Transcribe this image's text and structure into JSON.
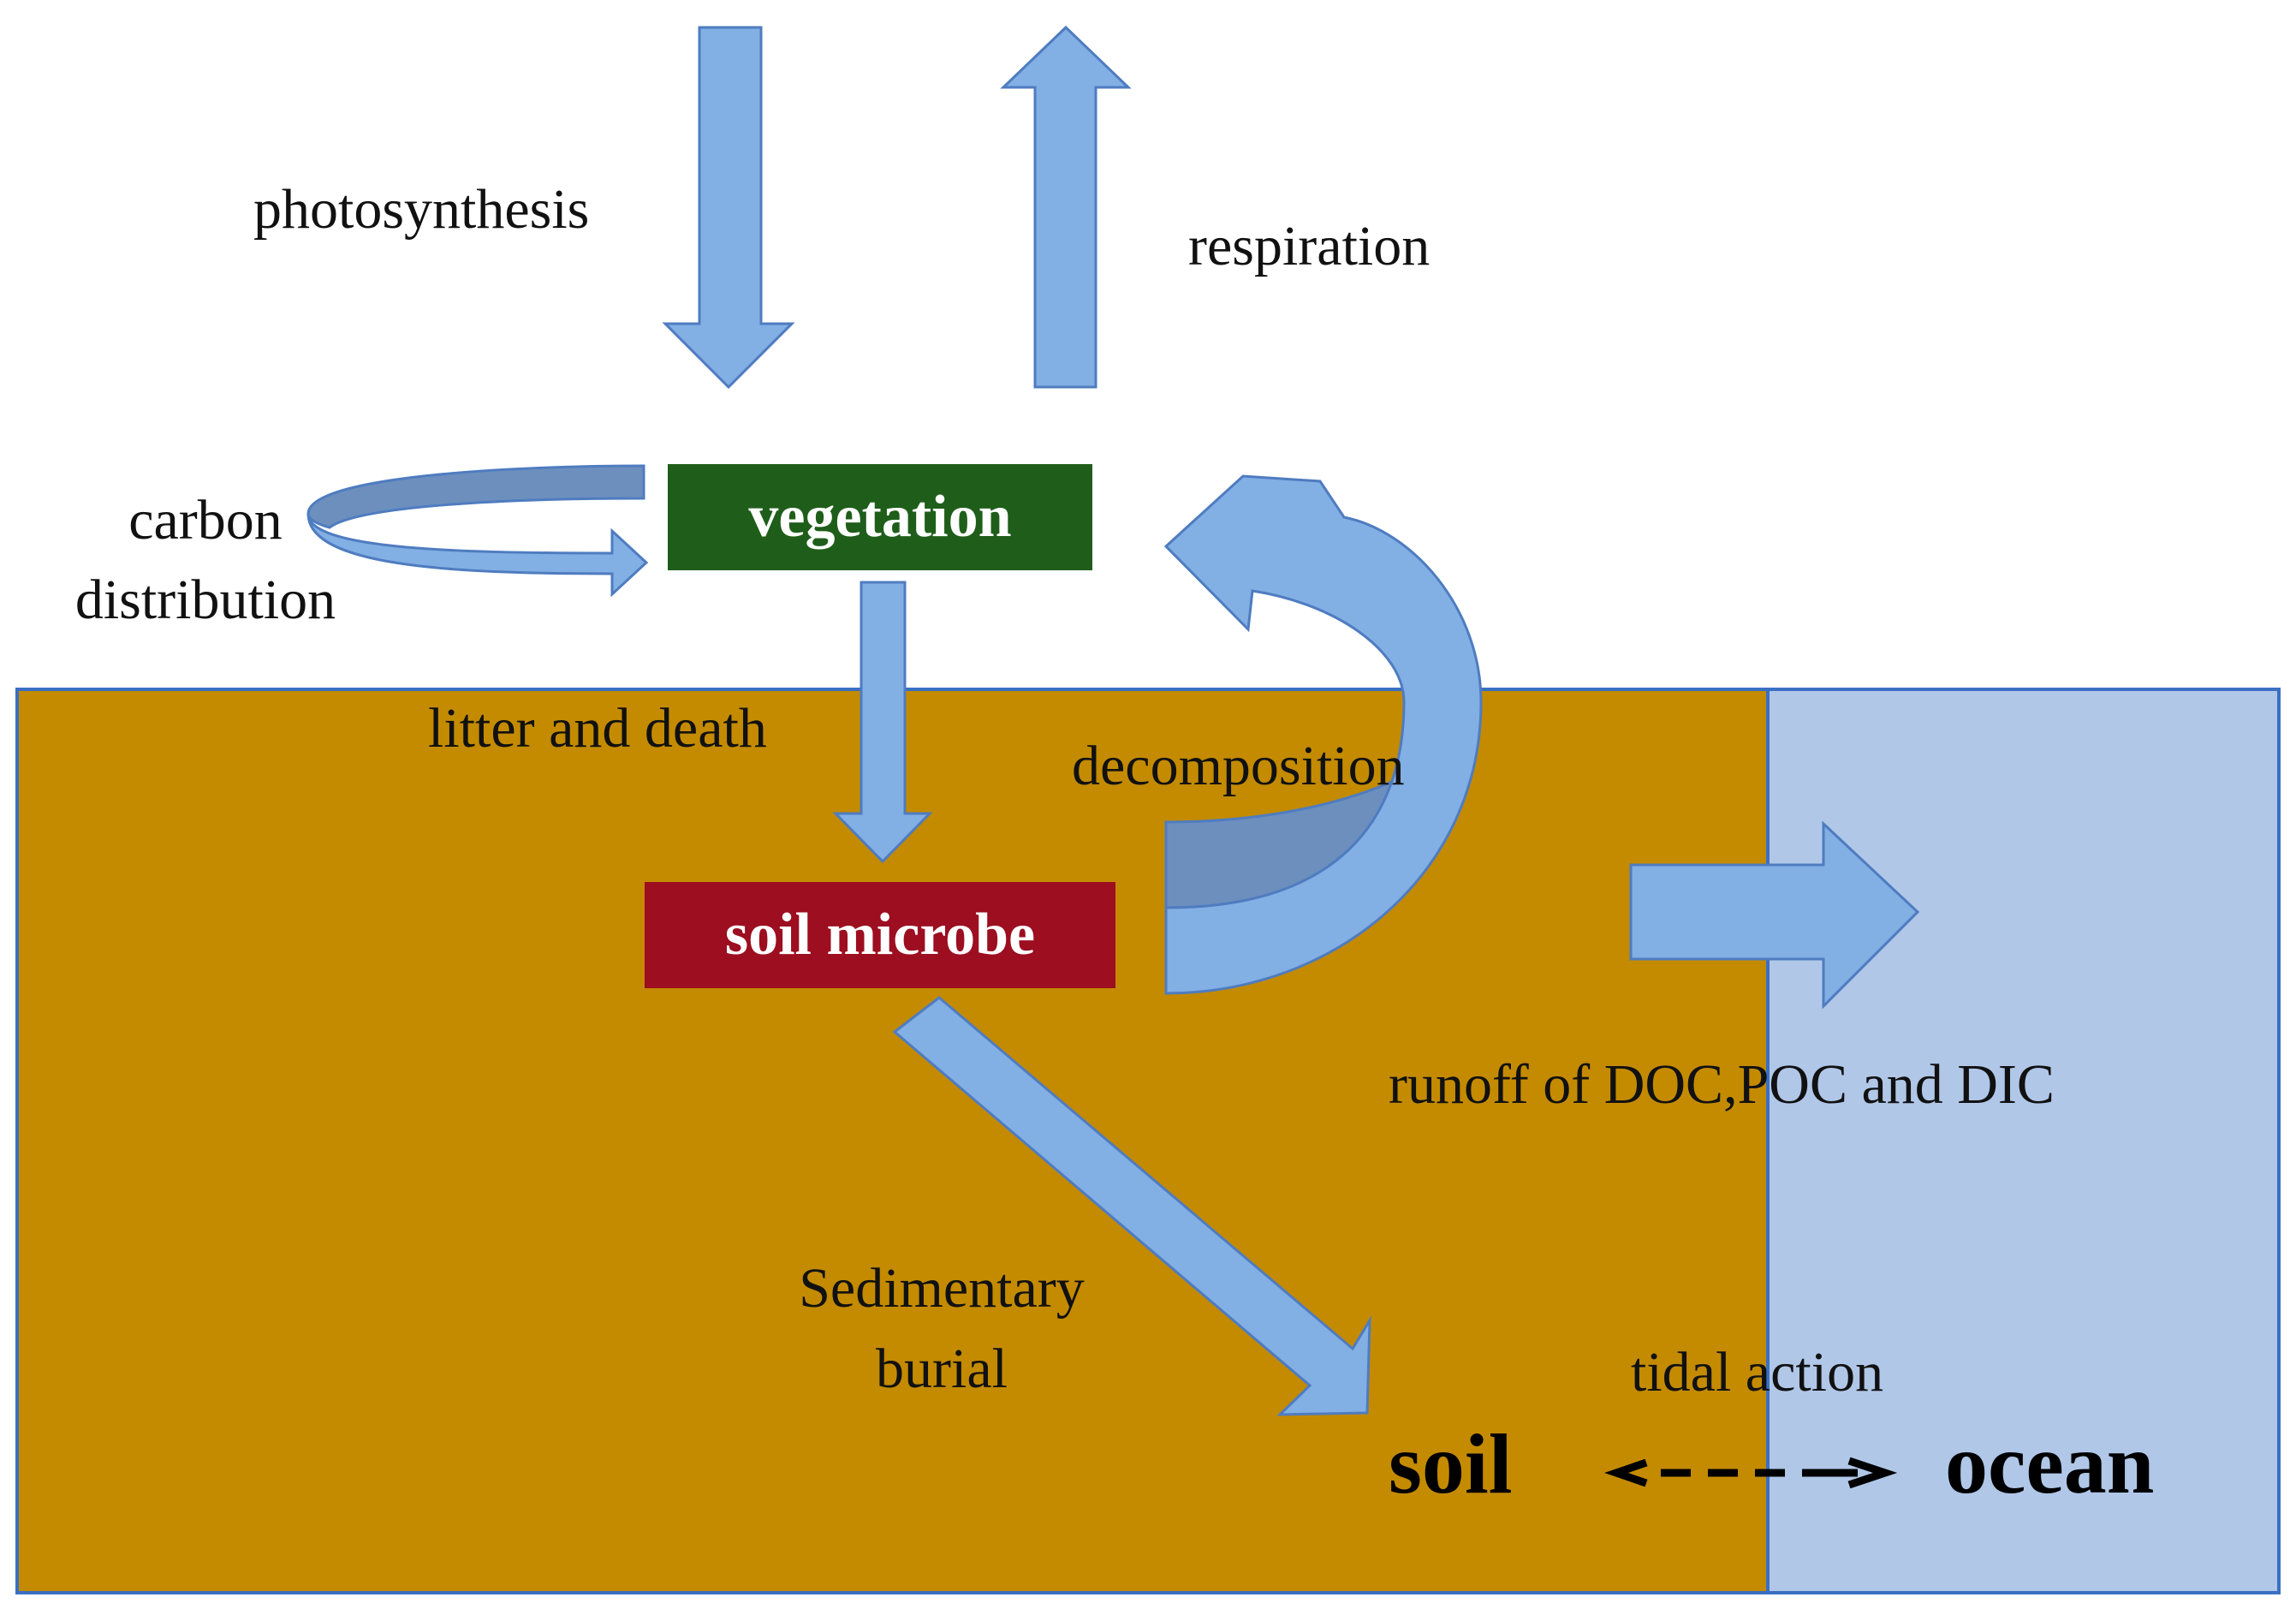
{
  "colors": {
    "soil": "#C48B00",
    "ocean": "#B0C7E8",
    "arrow": "#82AFE4",
    "arrow_dark": "#6C8FBE",
    "arrow_stroke": "#4F7CC0",
    "vegetation_box": "#1F5E1A",
    "microbe_box": "#9C0E20"
  },
  "labels": {
    "photosynthesis": "photosynthesis",
    "respiration": "respiration",
    "carbon_distribution": [
      "carbon",
      "distribution"
    ],
    "litter_and_death": "litter and death",
    "decomposition": "decomposition",
    "runoff": "runoff of DOC,POC and DIC",
    "sedimentary_burial": [
      "Sedimentary",
      "burial"
    ],
    "tidal_action": "tidal action"
  },
  "nodes": {
    "vegetation": "vegetation",
    "soil_microbe": "soil microbe",
    "soil": "soil",
    "ocean": "ocean"
  },
  "icons": {
    "exchange": "dashed-double-arrow-icon"
  }
}
